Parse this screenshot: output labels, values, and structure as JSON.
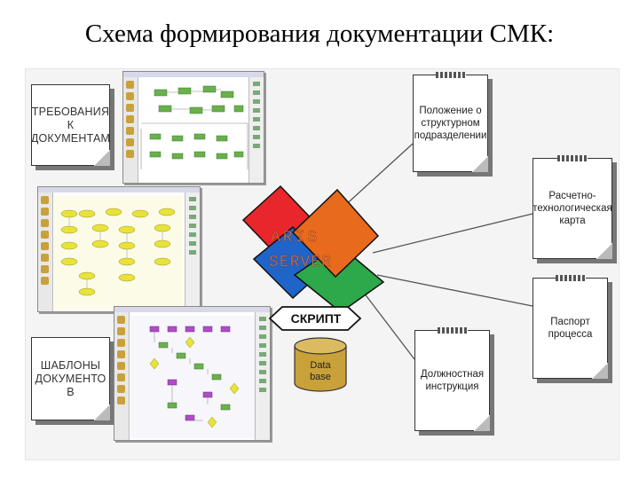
{
  "title": "Схема формирования документации СМК:",
  "left_docs": [
    {
      "lines": [
        "ТРЕБОВАНИЯ",
        "К",
        "ДОКУМЕНТАМ"
      ]
    },
    {
      "lines": [
        "ШАБЛОНЫ",
        "ДОКУМЕНТО",
        "В"
      ]
    }
  ],
  "right_docs": [
    {
      "lines": [
        "Положение о",
        "структурном",
        "подразделении"
      ]
    },
    {
      "lines": [
        "Расчетно-",
        "технологическая",
        "карта"
      ]
    },
    {
      "lines": [
        "Паспорт",
        "процесса"
      ]
    },
    {
      "lines": [
        "Должностная",
        "инструкция"
      ]
    }
  ],
  "center": {
    "server_line1": "ARIS",
    "server_line2": "SERVER",
    "script_label": "СКРИПТ",
    "db_line1": "Data",
    "db_line2": "base"
  },
  "colors": {
    "red_square": "#e8262c",
    "green_square": "#2da84a",
    "blue_square": "#1f64c8",
    "orange_square": "#e86a1c",
    "model_yellow": "#e8e23a",
    "model_green": "#6ab04c",
    "model_purple": "#b04cc8",
    "database_gold": "#c9a13b"
  }
}
